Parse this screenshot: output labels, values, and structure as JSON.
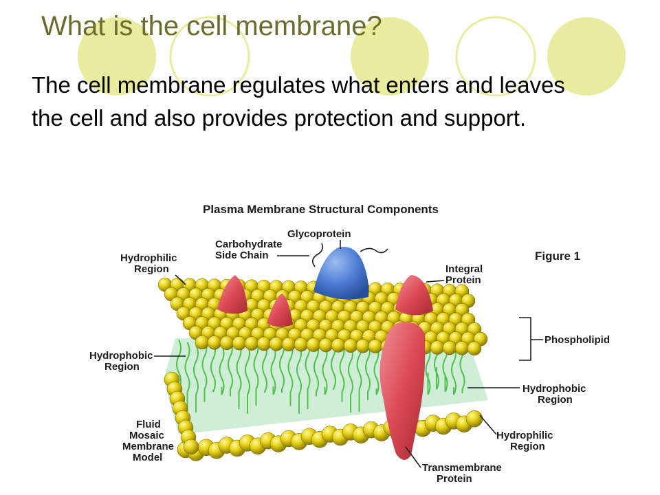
{
  "slide": {
    "title": "What is the cell membrane?",
    "body": "The cell membrane regulates what enters and leaves the cell and also provides protection and support."
  },
  "theme": {
    "title_color": "#6b6b2e",
    "circle_fill": "#e9ec9e",
    "circle_stroke": "#e9ec9e",
    "head_color": "#e8d419",
    "tail_color": "#4fc24b",
    "protein_red": "#dc4a55",
    "glycoprotein_blue": "#4b7bd2"
  },
  "figure": {
    "title": "Plasma Membrane Structural Components",
    "figure_number": "Figure 1",
    "labels": {
      "glycoprotein": "Glycoprotein",
      "carbohydrate_line1": "Carbohydrate",
      "carbohydrate_line2": "Side Chain",
      "hydrophilic_top_line1": "Hydrophilic",
      "hydrophilic_top_line2": "Region",
      "integral_line1": "Integral",
      "integral_line2": "Protein",
      "phospholipid": "Phospholipid",
      "hydrophobic_left_line1": "Hydrophobic",
      "hydrophobic_left_line2": "Region",
      "hydrophobic_right_line1": "Hydrophobic",
      "hydrophobic_right_line2": "Region",
      "fluid_line1": "Fluid",
      "fluid_line2": "Mosaic",
      "fluid_line3": "Membrane",
      "fluid_line4": "Model",
      "hydrophilic_bottom_line1": "Hydrophilic",
      "hydrophilic_bottom_line2": "Region",
      "transmembrane_line1": "Transmembrane",
      "transmembrane_line2": "Protein"
    }
  }
}
